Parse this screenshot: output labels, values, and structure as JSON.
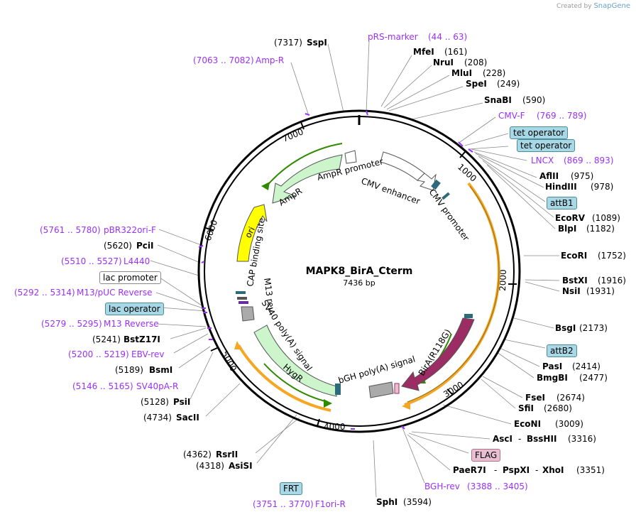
{
  "brand": {
    "created_by": "Created by",
    "name": "SnapGene"
  },
  "plasmid": {
    "name": "MAPK8_BirA_Cterm",
    "length": "7436 bp"
  },
  "ticks": [
    "1000",
    "2000",
    "3000",
    "4000",
    "5000",
    "6000",
    "7000"
  ],
  "features": {
    "ampr_promoter": "AmpR promoter",
    "ampr": "AmpR",
    "cmv_enhancer": "CMV enhancer",
    "cmv_promoter": "CMV promoter",
    "ori": "ori",
    "cap_site": "CAP binding site",
    "m13_rev_feat": "M13 rev",
    "sv40": "SV40 poly(A) signal",
    "hygr": "HygR",
    "bgh": "bGH poly(A) signal",
    "bira": "BirA(R118G)"
  },
  "right_labels": {
    "mfei": {
      "name": "MfeI",
      "pos": "(161)"
    },
    "nrui": {
      "name": "NruI",
      "pos": "(208)"
    },
    "mlui": {
      "name": "MluI",
      "pos": "(228)"
    },
    "spei": {
      "name": "SpeI",
      "pos": "(249)"
    },
    "snabi": {
      "name": "SnaBI",
      "pos": "(590)"
    },
    "cmvf": {
      "name": "CMV-F",
      "pos": "(769 .. 789)"
    },
    "tet1": "tet operator",
    "tet2": "tet operator",
    "lncx": {
      "name": "LNCX",
      "pos": "(869 .. 893)"
    },
    "aflii": {
      "name": "AflII",
      "pos": "(975)"
    },
    "hindiii": {
      "name": "HindIII",
      "pos": "(978)"
    },
    "attb1": "attB1",
    "ecorv": {
      "name": "EcoRV",
      "pos": "(1089)"
    },
    "blpi": {
      "name": "BlpI",
      "pos": "(1182)"
    },
    "ecori": {
      "name": "EcoRI",
      "pos": "(1752)"
    },
    "bstxi": {
      "name": "BstXI",
      "pos": "(1916)"
    },
    "nsii": {
      "name": "NsiI",
      "pos": "(1931)"
    },
    "bsgi": {
      "name": "BsgI",
      "pos": "(2173)"
    },
    "attb2": "attB2",
    "pasi": {
      "name": "PasI",
      "pos": "(2414)"
    },
    "bmgbi": {
      "name": "BmgBI",
      "pos": "(2477)"
    },
    "fsei": {
      "name": "FseI",
      "pos": "(2674)"
    },
    "sfii": {
      "name": "SfiI",
      "pos": "(2680)"
    },
    "econi": {
      "name": "EcoNI",
      "pos": "(3009)"
    },
    "asci": "AscI",
    "bsshii": {
      "name": "BssHII",
      "pos": "(3316)"
    },
    "flag": "FLAG",
    "paer7i": "PaeR7I",
    "pspxi": "PspXI",
    "xhoi": {
      "name": "XhoI",
      "pos": "(3351)"
    },
    "bghrev": {
      "name": "BGH-rev",
      "pos": "(3388 .. 3405)"
    },
    "sphi": {
      "name": "SphI",
      "pos": "(3594)"
    },
    "dash": "-"
  },
  "left_labels": {
    "sspi": {
      "name": "SspI",
      "pos": "(7317)"
    },
    "prs": {
      "name": "pRS-marker",
      "pos": "(44 .. 63)"
    },
    "ampr_primer": {
      "name": "Amp-R",
      "pos": "(7063 .. 7082)"
    },
    "pbr": {
      "name": "pBR322ori-F",
      "pos": "(5761 .. 5780)"
    },
    "pcii": {
      "name": "PciI",
      "pos": "(5620)"
    },
    "l4440": {
      "name": "L4440",
      "pos": "(5510 .. 5527)"
    },
    "lacprom": "lac promoter",
    "m13puc": {
      "name": "M13/pUC Reverse",
      "pos": "(5292 .. 5314)"
    },
    "lacop": "lac operator",
    "m13rev": {
      "name": "M13 Reverse",
      "pos": "(5279 .. 5295)"
    },
    "bstz17i": {
      "name": "BstZ17I",
      "pos": "(5241)"
    },
    "ebvrev": {
      "name": "EBV-rev",
      "pos": "(5200 .. 5219)"
    },
    "bsmi": {
      "name": "BsmI",
      "pos": "(5189)"
    },
    "sv40pa": {
      "name": "SV40pA-R",
      "pos": "(5146 .. 5165)"
    },
    "psii": {
      "name": "PsiI",
      "pos": "(5128)"
    },
    "sacii": {
      "name": "SacII",
      "pos": "(4734)"
    },
    "rsrii": {
      "name": "RsrII",
      "pos": "(4362)"
    },
    "asisi": {
      "name": "AsiSI",
      "pos": "(4318)"
    },
    "frt": "FRT",
    "f1ori": {
      "name": "F1ori-R",
      "pos": "(3751 .. 3770)"
    }
  },
  "colors": {
    "backbone": "#000000",
    "ampr": "#ccf5cc",
    "ori": "#ffff00",
    "bira": "#9b2c64",
    "orf": "#f5a623",
    "orf_green": "#2f8a00",
    "primer": "#9b30ff",
    "cmv": "#ffffff"
  }
}
